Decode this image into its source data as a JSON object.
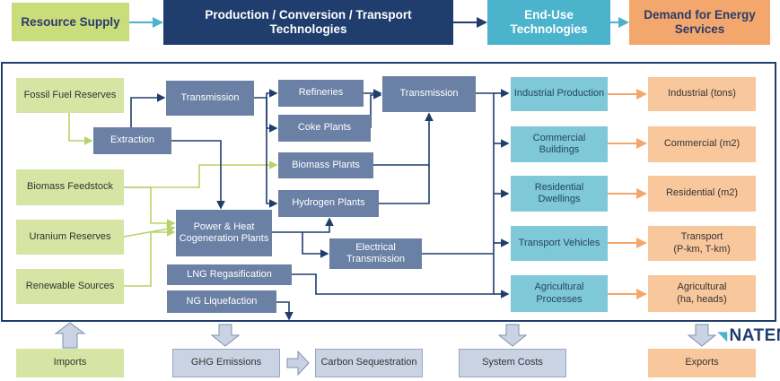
{
  "headers": {
    "resource_supply": "Resource Supply",
    "production": "Production / Conversion / Transport\nTechnologies",
    "end_use": "End-Use\nTechnologies",
    "demand": "Demand for Energy\nServices"
  },
  "resources": {
    "fossil_fuel_reserves": "Fossil Fuel Reserves",
    "biomass_feedstock": "Biomass Feedstock",
    "uranium_reserves": "Uranium Reserves",
    "renewable_sources": "Renewable Sources"
  },
  "technologies": {
    "extraction": "Extraction",
    "transmission_1": "Transmission",
    "refineries": "Refineries",
    "coke_plants": "Coke Plants",
    "transmission_2": "Transmission",
    "biomass_plants": "Biomass Plants",
    "hydrogen_plants": "Hydrogen Plants",
    "power_heat": "Power & Heat\nCogeneration Plants",
    "electrical_transmission": "Electrical\nTransmission",
    "lng_regasification": "LNG Regasification",
    "ng_liquefaction": "NG Liquefaction"
  },
  "end_use": {
    "industrial_production": "Industrial Production",
    "commercial_buildings": "Commercial\nBuildings",
    "residential_dwellings": "Residential\nDwellings",
    "transport_vehicles": "Transport Vehicles",
    "agricultural_processes": "Agricultural\nProcesses"
  },
  "demand": {
    "industrial": "Industrial (tons)",
    "commercial": "Commercial (m2)",
    "residential": "Residential (m2)",
    "transport": "Transport\n(P-km, T-km)",
    "agricultural": "Agricultural\n(ha, heads)"
  },
  "bottom": {
    "imports": "Imports",
    "ghg_emissions": "GHG Emissions",
    "carbon_sequestration": "Carbon Sequestration",
    "system_costs": "System Costs",
    "exports": "Exports"
  },
  "logo": "NATEM",
  "colors": {
    "navy": "#1f3d6d",
    "tech_blue": "#6a80a4",
    "teal": "#4bb3cc",
    "orange": "#f4a76d",
    "green": "#c9dd7a"
  }
}
